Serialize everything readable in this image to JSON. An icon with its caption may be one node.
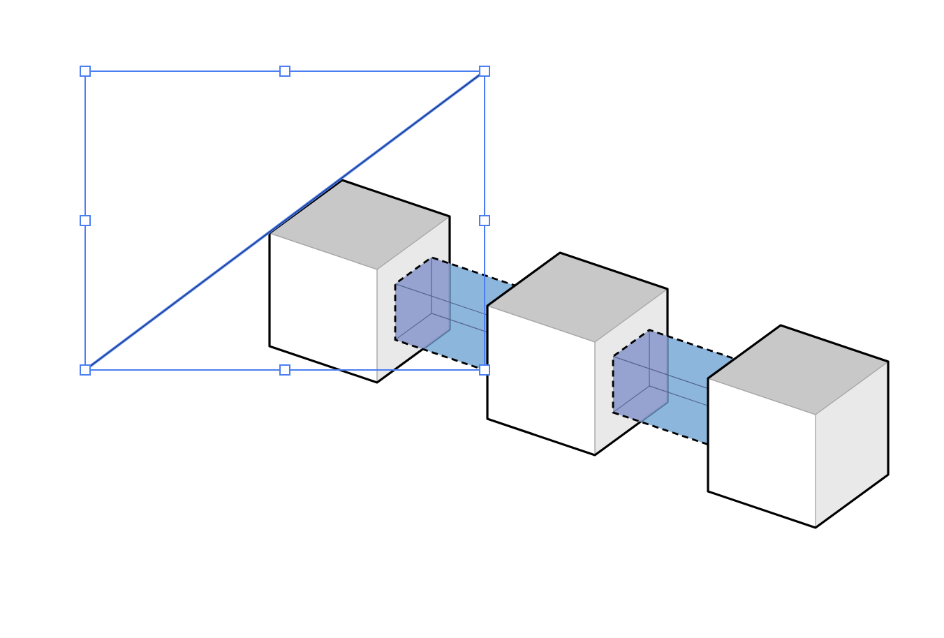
{
  "diagram": {
    "nodes": [
      {
        "text": [],
        "shape": "cube"
      },
      {
        "text": [],
        "shape": "box"
      },
      {
        "text": [],
        "shape": "cube"
      },
      {
        "text": [],
        "shape": "box"
      },
      {
        "text": [],
        "shape": "cube"
      }
    ]
  }
}
